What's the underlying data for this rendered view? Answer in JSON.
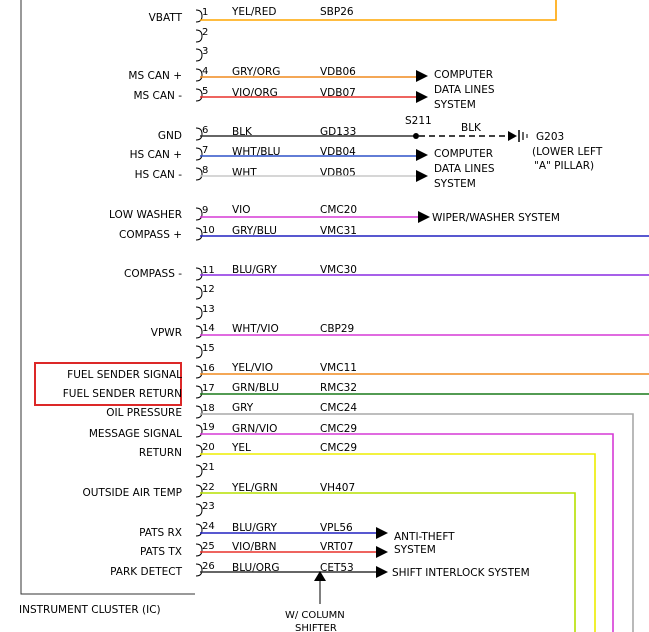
{
  "module": {
    "name": "INSTRUMENT CLUSTER (IC)"
  },
  "colors": {
    "yellow": "#ffa500",
    "orange": "#f08a1e",
    "red": "#e8302a",
    "black": "#333333",
    "blue": "#2f52c8",
    "lightgray": "#c8c8c8",
    "violet": "#d63ad6",
    "vio_line": "#8a2be2",
    "navy": "#2020c0",
    "green": "#1a7a1a",
    "gray": "#a8a8a8",
    "yellow_bright": "#eded00",
    "yellow_green": "#b6e000",
    "highlight": "#dc2828"
  },
  "pins": [
    {
      "pin": "1",
      "signal": "VBATT",
      "color": "YEL/RED",
      "circuit": "SBP26"
    },
    {
      "pin": "2",
      "signal": "",
      "color": "",
      "circuit": ""
    },
    {
      "pin": "3",
      "signal": "",
      "color": "",
      "circuit": ""
    },
    {
      "pin": "4",
      "signal": "MS CAN +",
      "color": "GRY/ORG",
      "circuit": "VDB06"
    },
    {
      "pin": "5",
      "signal": "MS CAN -",
      "color": "VIO/ORG",
      "circuit": "VDB07"
    },
    {
      "pin": "6",
      "signal": "GND",
      "color": "BLK",
      "circuit": "GD133"
    },
    {
      "pin": "7",
      "signal": "HS CAN +",
      "color": "WHT/BLU",
      "circuit": "VDB04"
    },
    {
      "pin": "8",
      "signal": "HS CAN -",
      "color": "WHT",
      "circuit": "VDB05"
    },
    {
      "pin": "9",
      "signal": "LOW WASHER",
      "color": "VIO",
      "circuit": "CMC20"
    },
    {
      "pin": "10",
      "signal": "COMPASS +",
      "color": "GRY/BLU",
      "circuit": "VMC31"
    },
    {
      "pin": "11",
      "signal": "COMPASS -",
      "color": "BLU/GRY",
      "circuit": "VMC30"
    },
    {
      "pin": "12",
      "signal": "",
      "color": "",
      "circuit": ""
    },
    {
      "pin": "13",
      "signal": "",
      "color": "",
      "circuit": ""
    },
    {
      "pin": "14",
      "signal": "VPWR",
      "color": "WHT/VIO",
      "circuit": "CBP29"
    },
    {
      "pin": "15",
      "signal": "",
      "color": "",
      "circuit": ""
    },
    {
      "pin": "16",
      "signal": "FUEL SENDER SIGNAL",
      "color": "YEL/VIO",
      "circuit": "VMC11"
    },
    {
      "pin": "17",
      "signal": "FUEL SENDER RETURN",
      "color": "GRN/BLU",
      "circuit": "RMC32"
    },
    {
      "pin": "18",
      "signal": "OIL PRESSURE",
      "color": "GRY",
      "circuit": "CMC24"
    },
    {
      "pin": "19",
      "signal": "MESSAGE SIGNAL",
      "color": "GRN/VIO",
      "circuit": "CMC29"
    },
    {
      "pin": "20",
      "signal": "RETURN",
      "color": "YEL",
      "circuit": "CMC29"
    },
    {
      "pin": "21",
      "signal": "",
      "color": "",
      "circuit": ""
    },
    {
      "pin": "22",
      "signal": "OUTSIDE AIR TEMP",
      "color": "YEL/GRN",
      "circuit": "VH407"
    },
    {
      "pin": "23",
      "signal": "",
      "color": "",
      "circuit": ""
    },
    {
      "pin": "24",
      "signal": "PATS RX",
      "color": "BLU/GRY",
      "circuit": "VPL56"
    },
    {
      "pin": "25",
      "signal": "PATS TX",
      "color": "VIO/BRN",
      "circuit": "VRT07"
    },
    {
      "pin": "26",
      "signal": "PARK DETECT",
      "color": "BLU/ORG",
      "circuit": "CET53"
    }
  ],
  "destinations": {
    "computer_data_lines_1": [
      "COMPUTER",
      "DATA LINES",
      "SYSTEM"
    ],
    "computer_data_lines_2": [
      "COMPUTER",
      "DATA LINES",
      "SYSTEM"
    ],
    "splice": "S211",
    "splice_wire_color": "BLK",
    "ground": [
      "G203",
      "(LOWER LEFT",
      "\"A\" PILLAR)"
    ],
    "wiper_washer": "WIPER/WASHER SYSTEM",
    "anti_theft": [
      "ANTI-THEFT",
      "SYSTEM"
    ],
    "shift_interlock": "SHIFT INTERLOCK SYSTEM",
    "column_shifter": [
      "W/ COLUMN",
      "SHIFTER"
    ]
  }
}
